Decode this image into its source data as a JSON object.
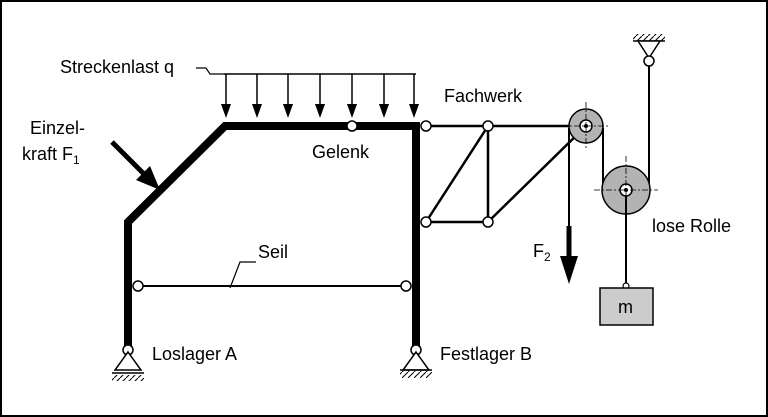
{
  "labels": {
    "distributed_load": "Streckenlast q",
    "single_force_line1": "Einzel-",
    "single_force_line2": "kraft F",
    "single_force_sub": "1",
    "hinge": "Gelenk",
    "truss": "Fachwerk",
    "rope": "Seil",
    "force2": "F",
    "force2_sub": "2",
    "loose_pulley": "lose Rolle",
    "mass": "m",
    "roller_support": "Loslager A",
    "fixed_support": "Festlager B"
  },
  "colors": {
    "stroke": "#000000",
    "pulley_fill": "#b3b3b3",
    "mass_fill": "#cccccc",
    "background": "#ffffff"
  }
}
